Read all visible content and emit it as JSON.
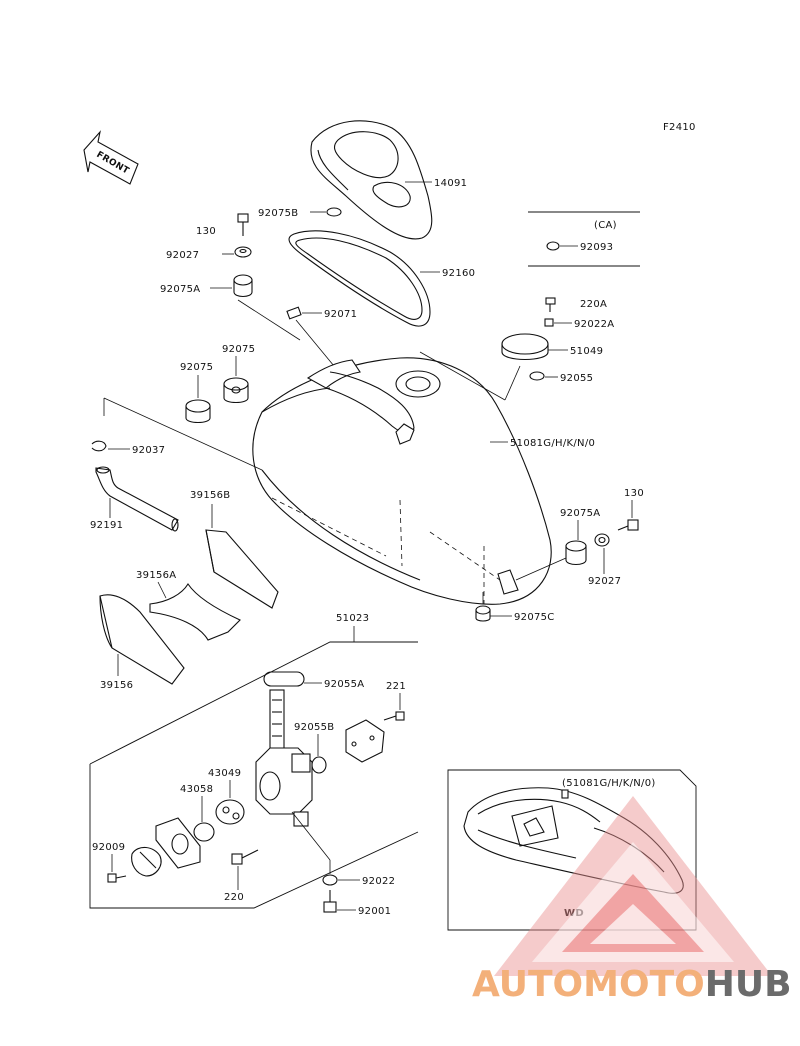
{
  "figure_code": "F2410",
  "front_arrow_label": "FRONT",
  "labels": {
    "p14091": "14091",
    "p92075B": "92075B",
    "p130_top": "130",
    "p92027_top": "92027",
    "p92075A_top": "92075A",
    "p92160": "92160",
    "p92071": "92071",
    "ca_note": "(CA)",
    "p92093": "92093",
    "p220A": "220A",
    "p92022A": "92022A",
    "p51049": "51049",
    "p92055": "92055",
    "p92075_a": "92075",
    "p92075_b": "92075",
    "p92037": "92037",
    "p51081": "51081G/H/K/N/0",
    "p92191": "92191",
    "p39156B": "39156B",
    "p130_right": "130",
    "p92075A_right": "92075A",
    "p92027_right": "92027",
    "p39156A": "39156A",
    "p92075C": "92075C",
    "p39156": "39156",
    "p51023": "51023",
    "p92055A": "92055A",
    "p221": "221",
    "p92055B": "92055B",
    "p43049": "43049",
    "p43058": "43058",
    "p92009": "92009",
    "p220": "220",
    "p92022": "92022",
    "p92001": "92001",
    "inset_title": "(51081G/H/K/N/0)",
    "inset_wd": "WD"
  },
  "watermark": {
    "part1": "AUTOMOTO",
    "part2": "HUB",
    "color_light": "#f3b07a",
    "color_dark": "#6b6b6b",
    "triangle_color": "#e85a5a"
  }
}
